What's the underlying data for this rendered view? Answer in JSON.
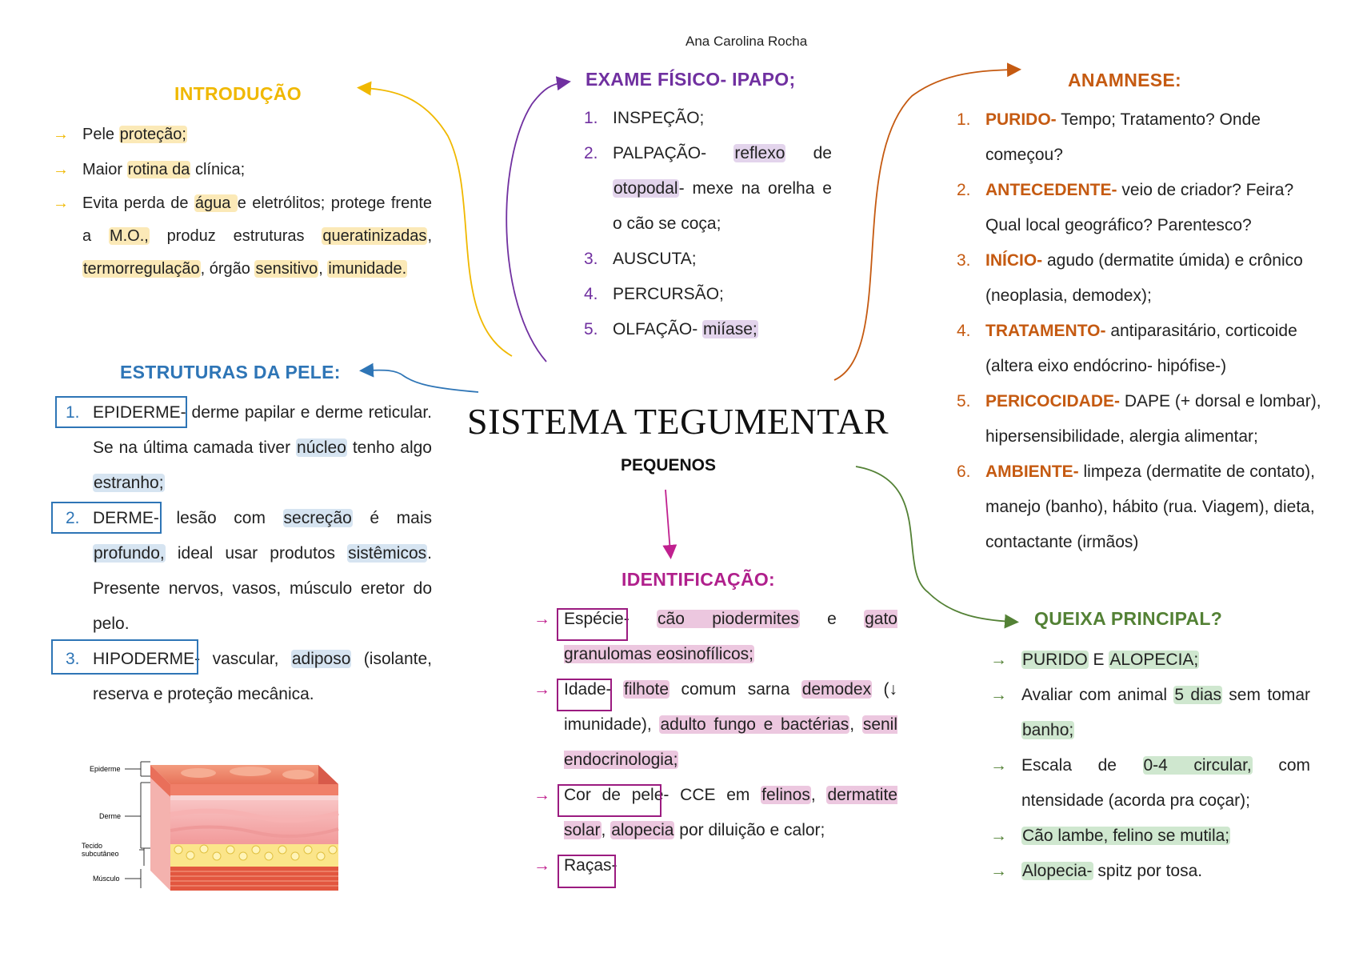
{
  "author": "Ana Carolina Rocha",
  "main_title": "SISTEMA TEGUMENTAR",
  "sub_title": "PEQUENOS",
  "colors": {
    "introducao": "#f0b800",
    "estruturas": "#2e75b6",
    "exame": "#7030a0",
    "anamnese": "#c55a11",
    "identificacao": "#b0208c",
    "queixa": "#538135"
  },
  "introducao": {
    "title": "INTRODUÇÃO",
    "items": [
      {
        "arrow": "→",
        "pre": "Pele ",
        "hl1": "proteção;",
        "mid": "",
        "hl2": "",
        "post": ""
      },
      {
        "arrow": "→",
        "pre": "Maior ",
        "hl1": "rotina da",
        "mid": " clínica;",
        "hl2": "",
        "post": ""
      }
    ],
    "item3": {
      "arrow": "→",
      "t1": "Evita perda de ",
      "h1": "água ",
      "t2": "e eletrólitos; protege frente a ",
      "h2": "M.O.,",
      "t3": " produz estruturas ",
      "h3": "queratinizadas",
      "t4": ", ",
      "h4": "termorregulação",
      "t5": ", órgão ",
      "h5": "sensitivo",
      "t6": ", ",
      "h6": "imunidade."
    }
  },
  "estruturas": {
    "title": "ESTRUTURAS DA PELE:",
    "items": [
      {
        "n": "1.",
        "label": "EPIDERME-",
        "t1": " derme papilar e derme reticular. Se na última camada tiver ",
        "h1": "núcleo",
        "t2": " tenho algo ",
        "h2": "estranho;",
        "t3": "",
        "h3": "",
        "t4": "",
        "h4": "",
        "t5": ""
      },
      {
        "n": "2.",
        "label": "DERME-",
        "t1": " lesão com ",
        "h1": "secreção",
        "t2": " é mais ",
        "h2": "profundo,",
        "t3": " ideal usar produtos ",
        "h3": "sistêmicos",
        "t4": ". Presente nervos, vasos, músculo eretor do pelo.",
        "h4": "",
        "t5": ""
      },
      {
        "n": "3.",
        "label": "HIPODERME-",
        "t1": " vascular, ",
        "h1": "adiposo",
        "t2": " (isolante, reserva e proteção mecânica.",
        "h2": "",
        "t3": "",
        "h3": "",
        "t4": "",
        "h4": "",
        "t5": ""
      }
    ]
  },
  "skin_diagram": {
    "labels": [
      "Epiderme",
      "Derme",
      "Tecido",
      "subcutâneo",
      "Músculo"
    ]
  },
  "exame": {
    "title": "EXAME FÍSICO- IPAPO;",
    "items": [
      {
        "n": "1.",
        "t1": "INSPEÇÃO;",
        "h1": "",
        "t2": ""
      },
      {
        "n": "2.",
        "t1": "PALPAÇÃO- ",
        "h1": "reflexo",
        "t2": " de ",
        "h2": "otopodal",
        "t3": "- mexe na orelha e o cão se coça;"
      },
      {
        "n": "3.",
        "t1": "AUSCUTA;",
        "h1": "",
        "t2": ""
      },
      {
        "n": "4.",
        "t1": "PERCURSÃO;",
        "h1": "",
        "t2": ""
      },
      {
        "n": "5.",
        "t1": "OLFAÇÃO- ",
        "h1": "miíase;",
        "t2": ""
      }
    ]
  },
  "anamnese": {
    "title": "ANAMNESE:",
    "items": [
      {
        "n": "1.",
        "label": "PURIDO-",
        "text": " Tempo; Tratamento? Onde começou?"
      },
      {
        "n": "2.",
        "label": "ANTECEDENTE-",
        "text": " veio de criador? Feira? Qual local geográfico? Parentesco?"
      },
      {
        "n": "3.",
        "label": "INÍCIO-",
        "text": " agudo (dermatite úmida) e crônico (neoplasia, demodex);"
      },
      {
        "n": "4.",
        "label": "TRATAMENTO-",
        "text": " antiparasitário, corticoide (altera eixo endócrino- hipófise-)"
      },
      {
        "n": "5.",
        "label": "PERICOCIDADE-",
        "text": " DAPE (+ dorsal e lombar), hipersensibilidade, alergia alimentar;"
      },
      {
        "n": "6.",
        "label": "AMBIENTE-",
        "text": " limpeza (dermatite de contato), manejo (banho), hábito (rua. Viagem), dieta, contactante (irmãos)"
      }
    ]
  },
  "identificacao": {
    "title": "IDENTIFICAÇÃO:",
    "items": [
      {
        "arrow": "→",
        "label": "Espécie-",
        "t1": " ",
        "h1": "cão piodermites",
        "t2": " e ",
        "h2": "gato granulomas eosinofílicos;",
        "t3": "",
        "h3": "",
        "t4": "",
        "h4": "",
        "t5": ""
      },
      {
        "arrow": "→",
        "label": "Idade-",
        "t1": " ",
        "h1": "filhote",
        "t2": " comum sarna ",
        "h2": "demodex",
        "t3": " (↓ imunidade), ",
        "h3": "adulto fungo e bactérias",
        "t4": ", ",
        "h4": "senil endocrinologia;",
        "t5": ""
      },
      {
        "arrow": "→",
        "label": "Cor de pele",
        "t1": "- CCE em ",
        "h1": "felinos",
        "t2": ", ",
        "h2": "dermatite solar",
        "t3": ", ",
        "h3": "alopecia",
        "t4": " por diluição e calor;",
        "h4": "",
        "t5": ""
      },
      {
        "arrow": "→",
        "label": "Raças-",
        "t1": "",
        "h1": "",
        "t2": "",
        "h2": "",
        "t3": "",
        "h3": "",
        "t4": "",
        "h4": "",
        "t5": ""
      }
    ]
  },
  "queixa": {
    "title": "QUEIXA PRINCIPAL?",
    "items": [
      {
        "arrow": "→",
        "h0": "PURIDO",
        "t1": " E ",
        "h1": "ALOPECIA;",
        "t2": "",
        "h2": "",
        "t3": ""
      },
      {
        "arrow": "→",
        "h0": "",
        "t1": "Avaliar com animal ",
        "h1": "5 dias",
        "t2": " sem tomar ",
        "h2": "banho;",
        "t3": ""
      },
      {
        "arrow": "→",
        "h0": "",
        "t1": "Escala de ",
        "h1": "0-4 circular,",
        "t2": " com ntensidade (acorda pra coçar);",
        "h2": "",
        "t3": ""
      },
      {
        "arrow": "→",
        "h0": "Cão lambe, felino se mutila;",
        "t1": "",
        "h1": "",
        "t2": "",
        "h2": "",
        "t3": ""
      },
      {
        "arrow": "→",
        "h0": "Alopecia-",
        "t1": " spitz por tosa.",
        "h1": "",
        "t2": "",
        "h2": "",
        "t3": ""
      }
    ]
  }
}
